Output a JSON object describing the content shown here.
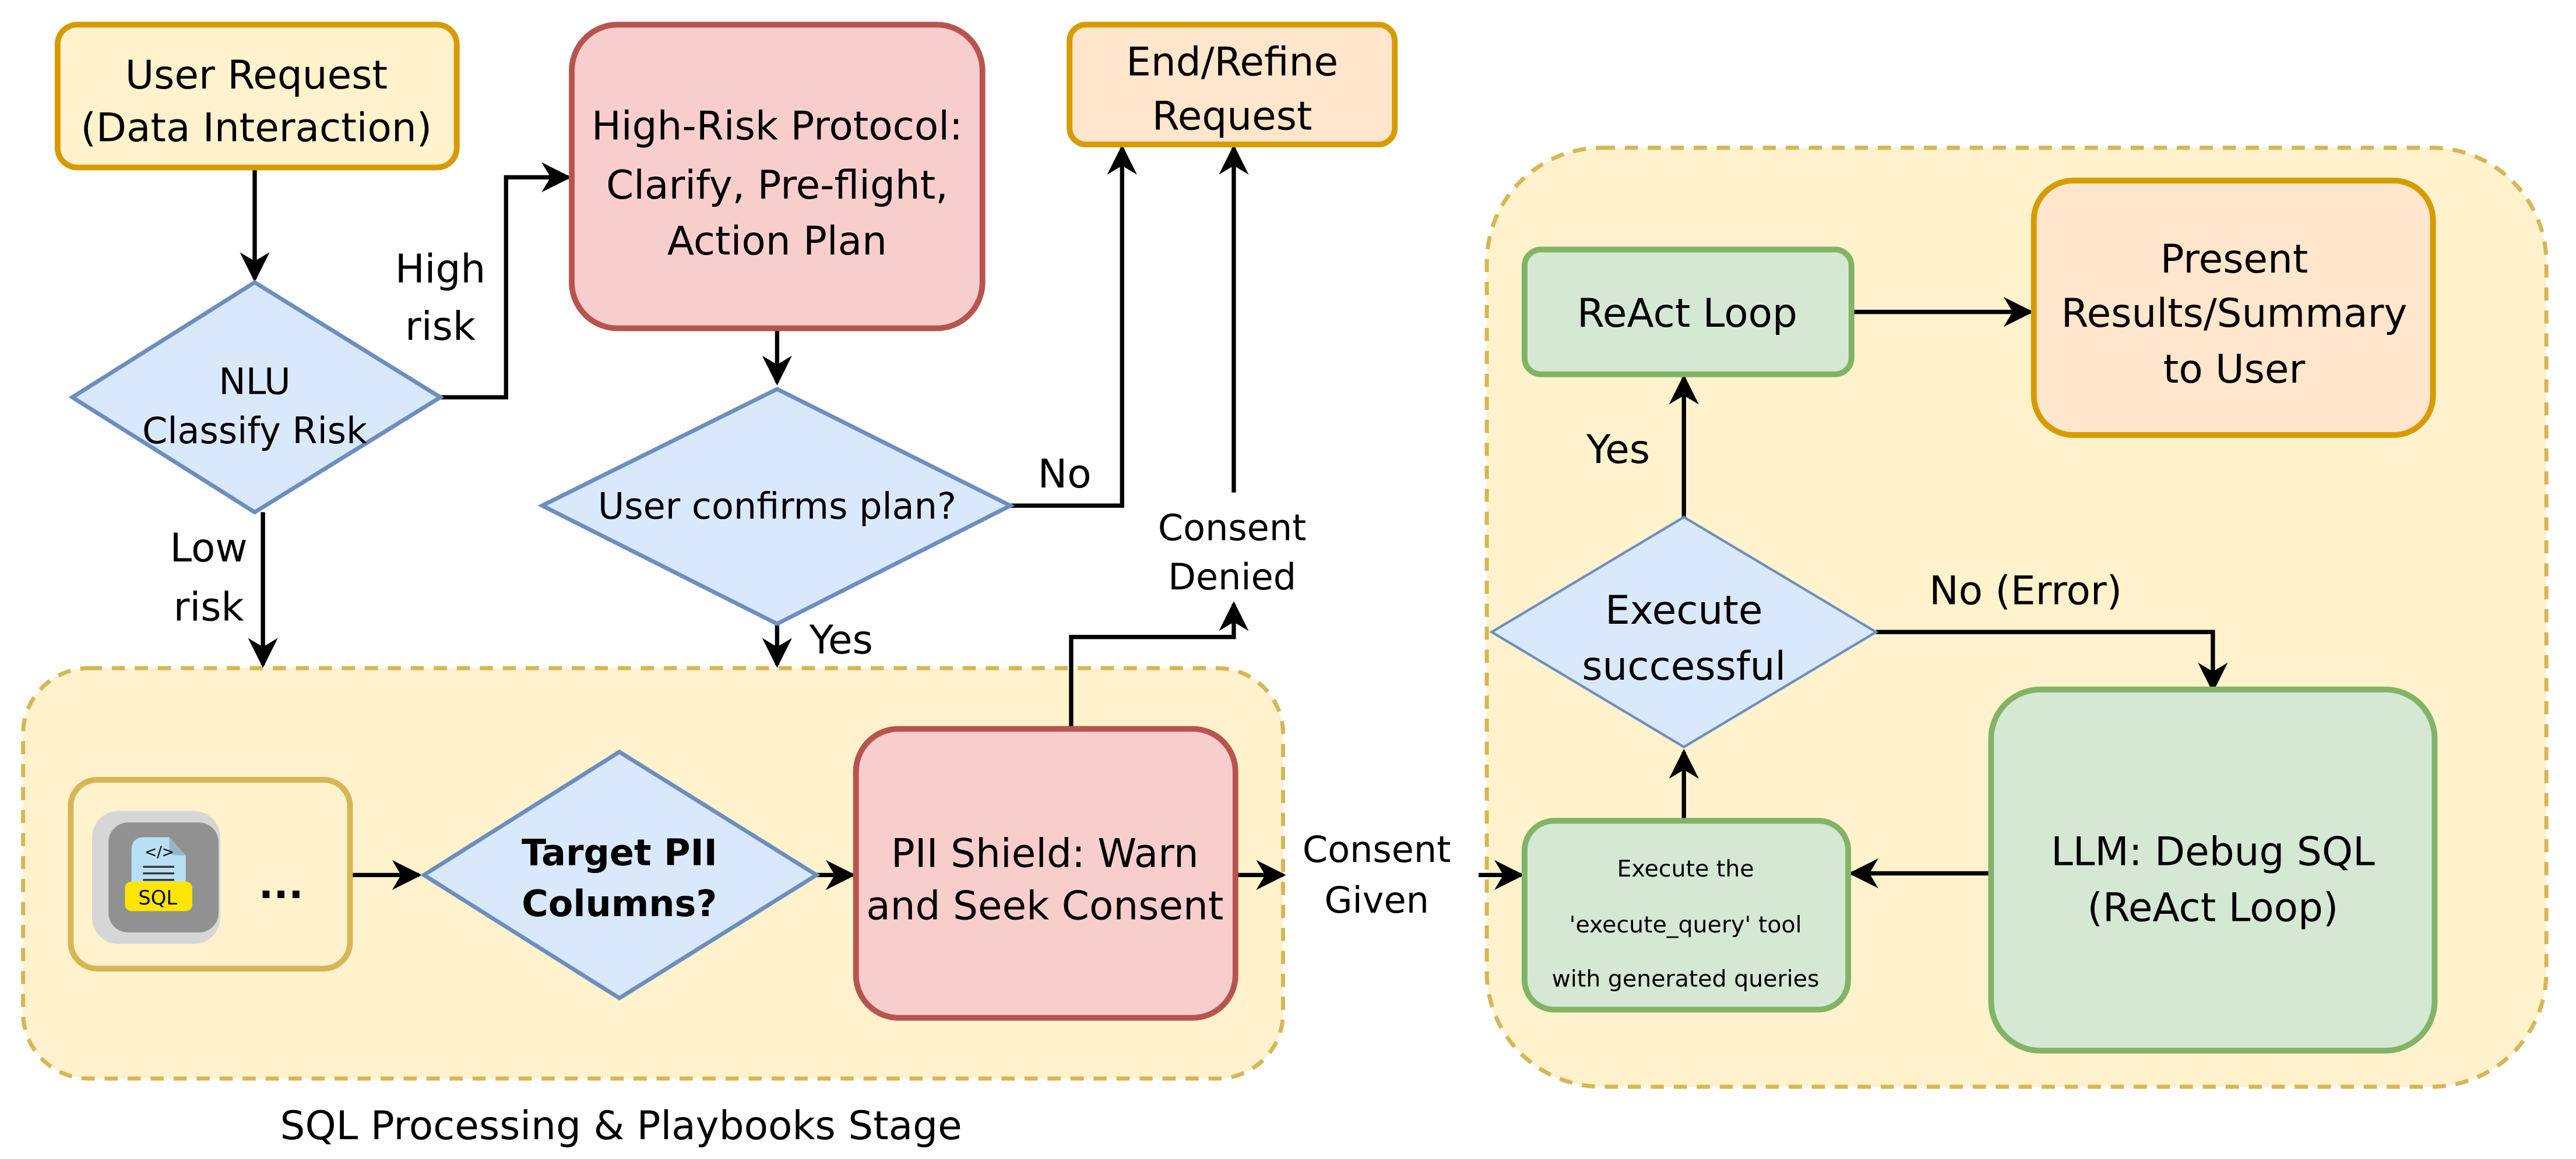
{
  "colors": {
    "yellow_fill": "#fff2cc",
    "yellow_stroke": "#d6b656",
    "orange_fill": "#ffe6cc",
    "orange_stroke": "#d79b00",
    "red_fill": "#f8cecc",
    "red_stroke": "#b85450",
    "green_fill": "#d5e8d4",
    "green_stroke": "#82b366",
    "blue_fill": "#dae8fc",
    "blue_stroke": "#6c8ebf"
  },
  "nodes": {
    "user_request": [
      "User Request",
      "(Data Interaction)"
    ],
    "high_risk_protocol": [
      "High-Risk Protocol:",
      "Clarify, Pre-flight,",
      "Action Plan"
    ],
    "end_refine": [
      "End/Refine",
      "Request"
    ],
    "nlu_classify": [
      "NLU",
      "Classify Risk"
    ],
    "user_confirms": [
      "User confirms plan?"
    ],
    "target_pii": [
      "Target PII",
      "Columns?"
    ],
    "pii_shield": [
      "PII Shield: Warn",
      "and Seek Consent"
    ],
    "react_loop": [
      "ReAct Loop"
    ],
    "present_results": [
      "Present",
      "Results/Summary",
      "to User"
    ],
    "execute_successful": [
      "Execute",
      "successful"
    ],
    "llm_debug": [
      "LLM: Debug SQL",
      "(ReAct Loop)"
    ],
    "execute_tool": [
      "Execute the",
      "'execute_query' tool",
      "with generated queries"
    ],
    "playbook_ellipsis": "...",
    "sql_icon_label": "SQL"
  },
  "edge_labels": {
    "high_risk": [
      "High",
      "risk"
    ],
    "low_risk": [
      "Low",
      "risk"
    ],
    "no": "No",
    "yes_confirm": "Yes",
    "consent_denied": [
      "Consent",
      "Denied"
    ],
    "consent_given": [
      "Consent",
      "Given"
    ],
    "yes_success": "Yes",
    "no_error": "No (Error)"
  },
  "groups": {
    "sql_stage": "SQL Processing & Playbooks Stage"
  }
}
